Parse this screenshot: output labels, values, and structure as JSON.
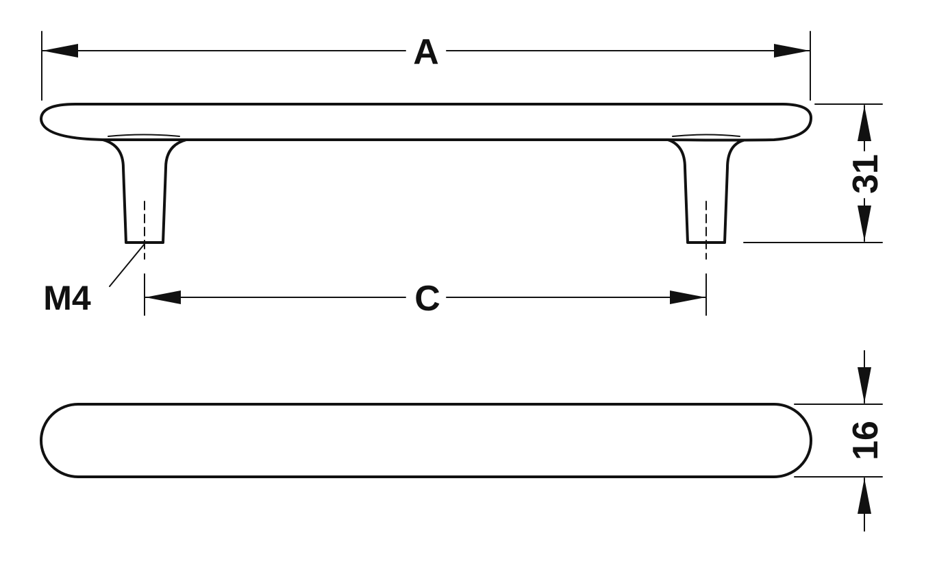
{
  "labels": {
    "overall_length": "A",
    "hole_spacing": "C",
    "thread": "M4",
    "height": "31",
    "width": "16"
  },
  "colors": {
    "stroke": "#111111",
    "background": "#ffffff"
  }
}
